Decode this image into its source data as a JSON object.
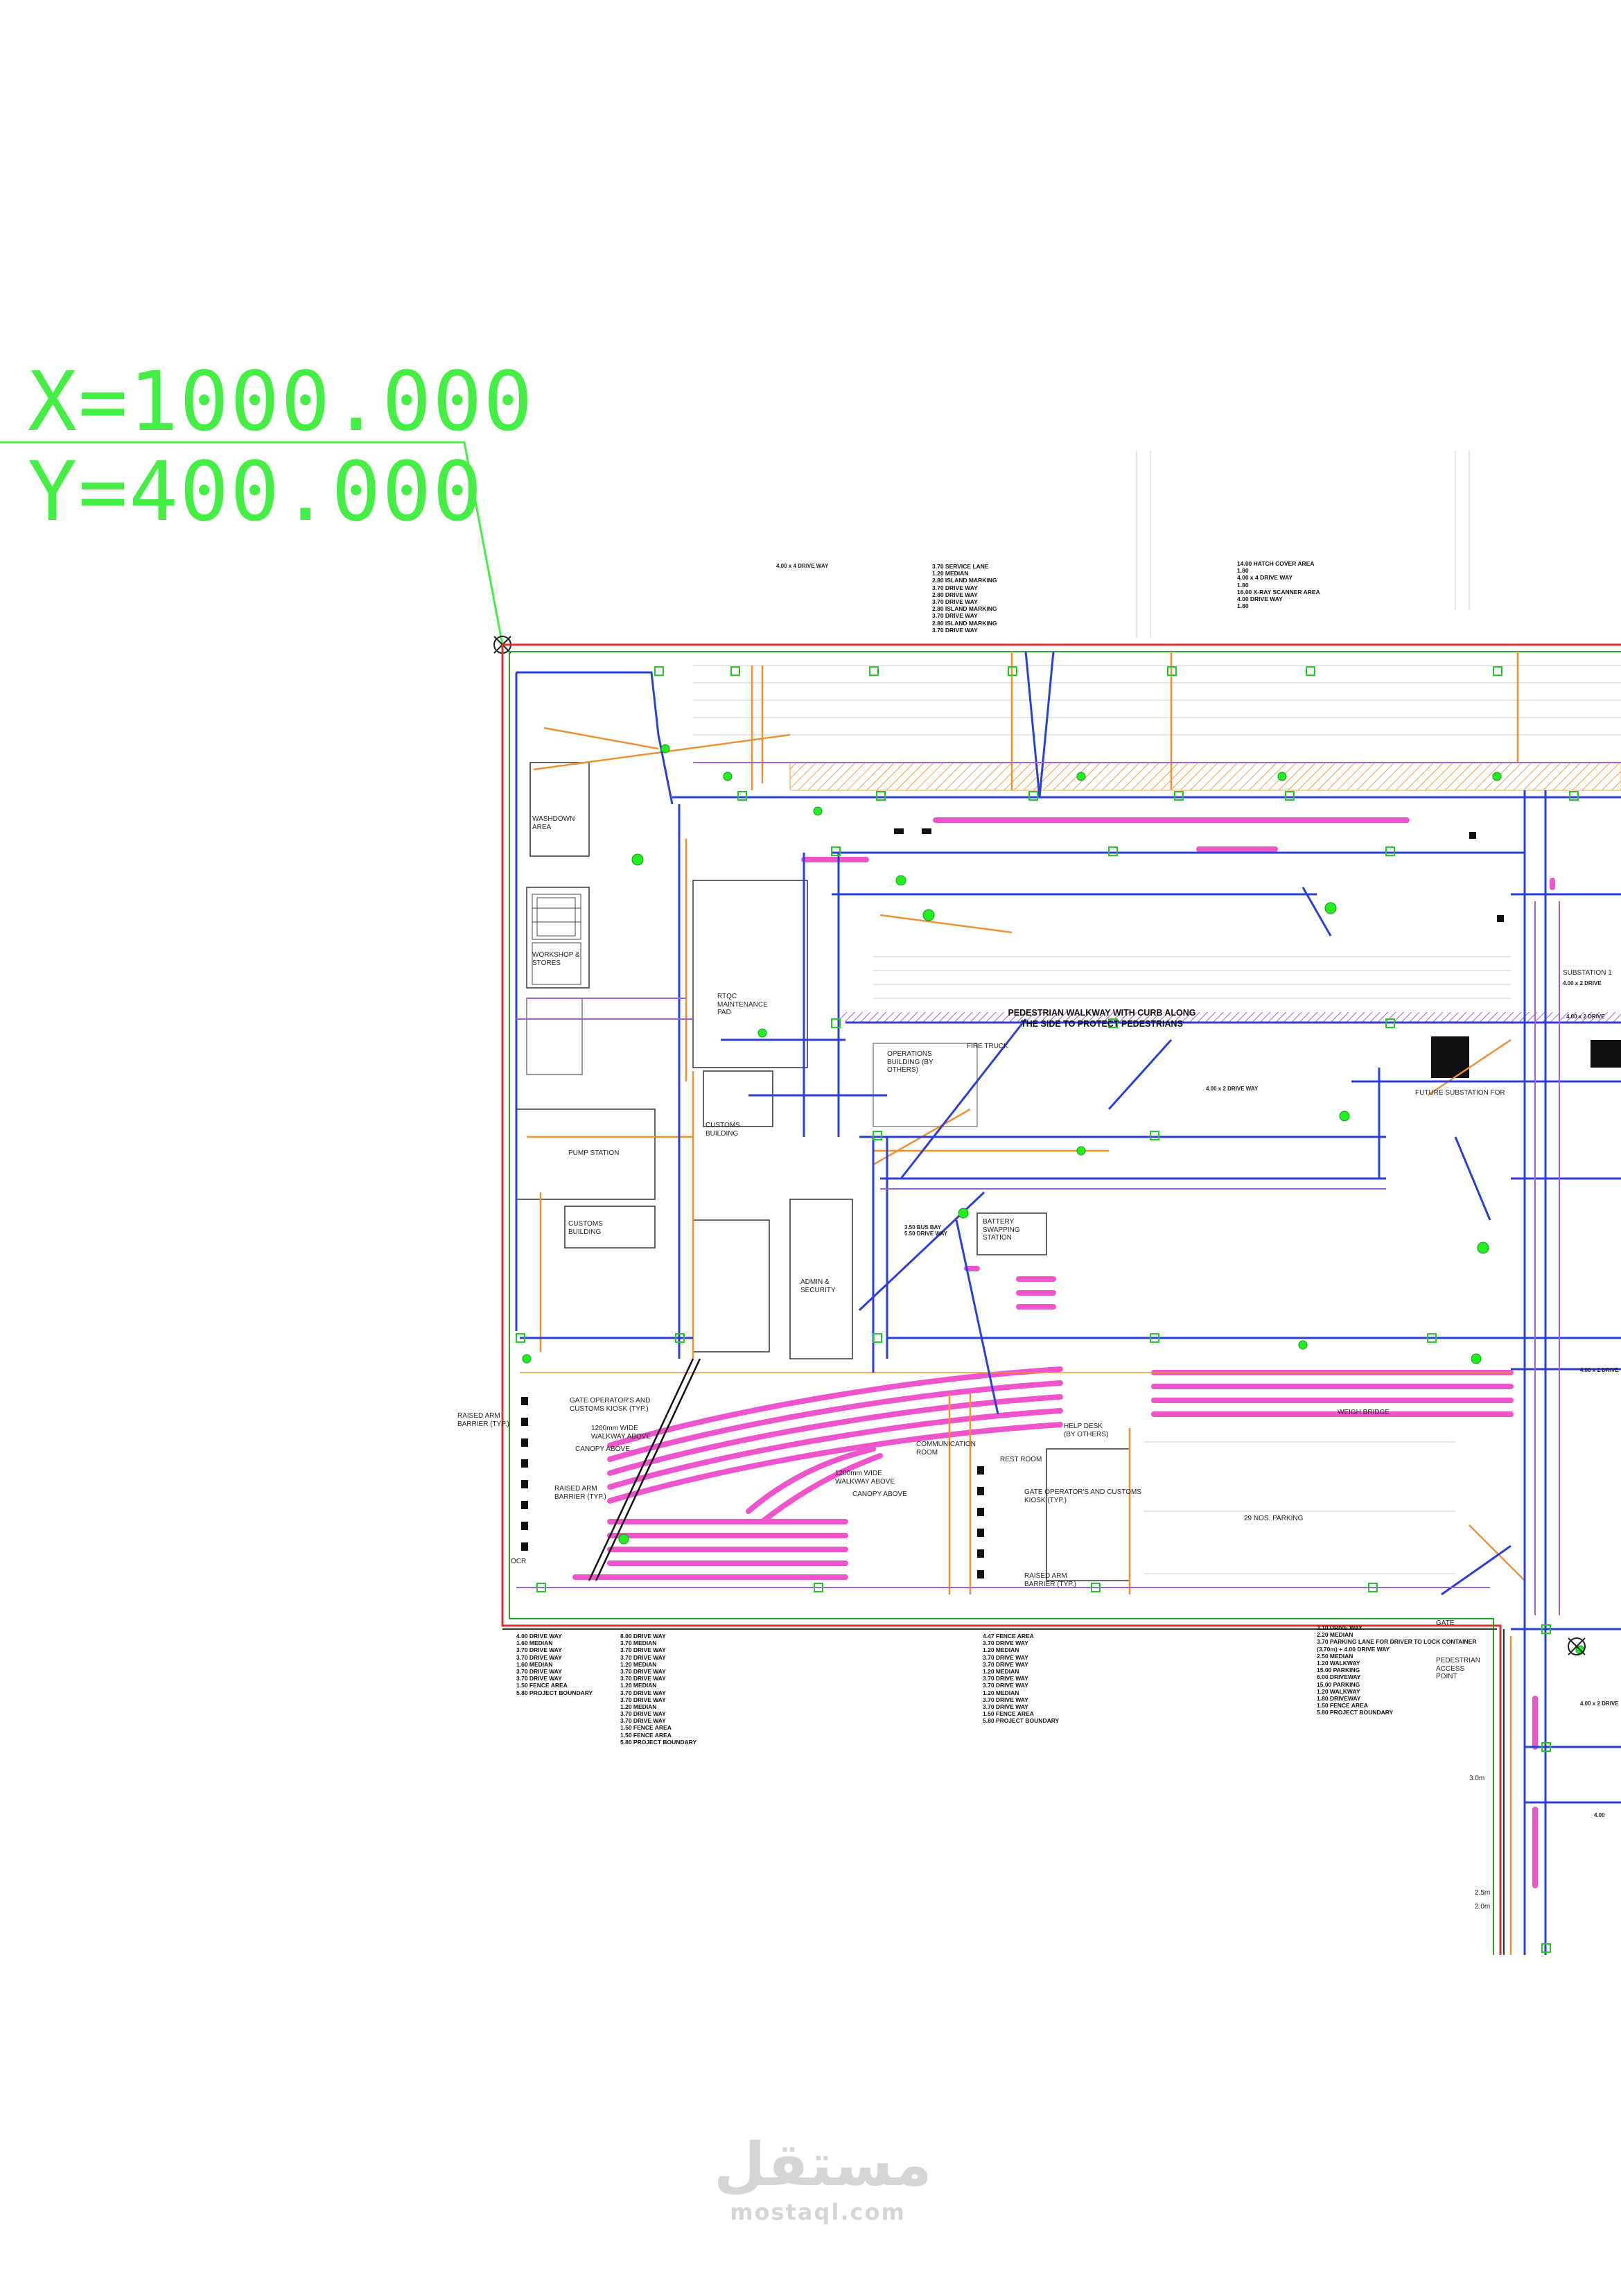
{
  "coordinates": {
    "x": "X=1000.000",
    "y": "Y=400.000"
  },
  "areas": {
    "washdown": "WASHDOWN\nAREA",
    "workshop": "WORKSHOP &\nSTORES",
    "rtqc": "RTQC\nMAINTENANCE\nPAD",
    "customs": "CUSTOMS\nBUILDING",
    "customs_small": "CUSTOMS\nBUILDING",
    "pump": "PUMP STATION",
    "operations": "OPERATIONS\nBUILDING (BY\nOTHERS)",
    "fire_truck": "FIRE TRUCK",
    "admin": "ADMIN &\nSECURITY",
    "battery": "BATTERY\nSWAPPING\nSTATION",
    "help_desk": "HELP DESK\n(BY OTHERS)",
    "weigh_bridge": "WEIGH BRIDGE",
    "parking": "29 NOS. PARKING",
    "communication": "COMMUNICATION\nROOM",
    "rest_room": "REST ROOM",
    "gate_kiosk_left": "GATE OPERATOR'S AND\nCUSTOMS KIOSK (TYP.)",
    "gate_kiosk_right": "GATE OPERATOR'S AND CUSTOMS\nKIOSK (TYP.)",
    "walkway_left": "1200mm WIDE\nWALKWAY ABOVE",
    "walkway_mid": "1200mm WIDE\nWALKWAY ABOVE",
    "canopy_left": "CANOPY ABOVE",
    "canopy_mid": "CANOPY ABOVE",
    "raised_arm_outside": "RAISED ARM\nBARRIER (TYP.)",
    "raised_arm_inner": "RAISED ARM\nBARRIER (TYP.)",
    "raised_arm_bottom": "RAISED ARM\nBARRIER (TYP.)",
    "ocr": "OCR",
    "pedestrian_access": "PEDESTRIAN\nACCESS\nPOINT",
    "gate": "GATE",
    "substation": "SUBSTATION 1",
    "future_substation": "FUTURE SUBSTATION FOR",
    "bus_bay": "3.50 BUS BAY\n5.50 DRIVE WAY",
    "drive_way_mid": "4.00 x 2 DRIVE WAY",
    "drive_right_1": "4.00 x 2 DRIVE",
    "drive_right_2": "4.00 x 2 DRIVE",
    "drive_right_3": "4.00 x 2 DRIVE",
    "drive_right_4": "4.00 x 2 DRIVE",
    "drive_right_5": "4.00",
    "drive_top": "4.00 x 4 DRIVE WAY",
    "dim_2_5": "2.5m",
    "dim_2_0": "2.0m",
    "dim_3_0": "3.0m"
  },
  "top_annotations": {
    "service_lane": [
      "3.70 SERVICE LANE",
      "1.20 MEDIAN",
      "2.80 ISLAND MARKING",
      "3.70 DRIVE WAY",
      "2.80 DRIVE WAY",
      "3.70 DRIVE WAY",
      "2.80 ISLAND MARKING",
      "3.70 DRIVE WAY",
      "2.80 ISLAND MARKING",
      "3.70 DRIVE WAY"
    ],
    "hatch_cover": [
      "14.00 HATCH COVER AREA",
      "1.80",
      "4.00 x 4 DRIVE WAY",
      "1.80",
      "16.00 X-RAY SCANNER AREA",
      "4.00 DRIVE WAY",
      "1.80"
    ]
  },
  "bottom_annotations": {
    "col1": [
      "4.00 DRIVE WAY",
      "1.60 MEDIAN",
      "3.70 DRIVE WAY",
      "3.70 DRIVE WAY",
      "1.60 MEDIAN",
      "3.70 DRIVE WAY",
      "3.70 DRIVE WAY",
      "1.50 FENCE AREA",
      "5.80 PROJECT BOUNDARY"
    ],
    "col2": [
      "8.00 DRIVE WAY",
      "3.70 MEDIAN",
      "3.70 DRIVE WAY",
      "3.70 DRIVE WAY",
      "1.20 MEDIAN",
      "3.70 DRIVE WAY",
      "3.70 DRIVE WAY",
      "1.20 MEDIAN",
      "3.70 DRIVE WAY",
      "3.70 DRIVE WAY",
      "1.20 MEDIAN",
      "3.70 DRIVE WAY",
      "3.70 DRIVE WAY",
      "1.50 FENCE AREA",
      "1.50 FENCE AREA",
      "5.80 PROJECT BOUNDARY"
    ],
    "col3": [
      "4.47 FENCE AREA",
      "3.70 DRIVE WAY",
      "1.20 MEDIAN",
      "3.70 DRIVE WAY",
      "3.70 DRIVE WAY",
      "1.20 MEDIAN",
      "3.70 DRIVE WAY",
      "3.70 DRIVE WAY",
      "1.20 MEDIAN",
      "3.70 DRIVE WAY",
      "3.70 DRIVE WAY",
      "1.50 FENCE AREA",
      "5.80 PROJECT BOUNDARY"
    ],
    "col4": [
      "3.10 DRIVE WAY",
      "2.20 MEDIAN",
      "3.70 PARKING LANE FOR DRIVER TO LOCK CONTAINER",
      "(3.70m) + 4.00 DRIVE WAY",
      "2.50 MEDIAN",
      "1.20 WALKWAY",
      "15.00 PARKING",
      "6.00 DRIVEWAY",
      "15.00 PARKING",
      "1.20 WALKWAY",
      "1.80 DRIVEWAY",
      "1.50 FENCE AREA",
      "5.80 PROJECT BOUNDARY"
    ]
  },
  "title_block": {
    "pedestrian_line1": "PEDESTRIAN WALKWAY WITH CURB ALONG",
    "pedestrian_line2": "THE SIDE TO PROTECT PEDESTRIANS"
  },
  "watermark": {
    "arabic": "مستقل",
    "latin": "mostaql.com"
  },
  "colors": {
    "coordinate_green": "#44ee44",
    "boundary_red": "#e03030",
    "utility_blue": "#2b3fd8",
    "service_orange": "#f09030",
    "lane_magenta": "#ee55cc",
    "hatch_purple": "#a060e0",
    "fence_green": "#22cc22"
  }
}
